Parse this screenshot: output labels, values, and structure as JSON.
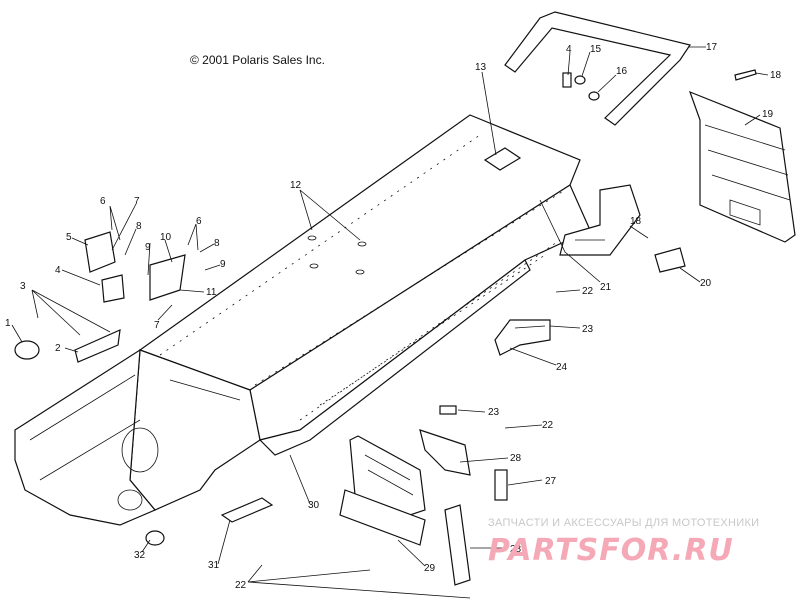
{
  "copyright": "© 2001 Polaris Sales Inc.",
  "watermark": {
    "caption": "ЗАПЧАСТИ И АКСЕССУАРЫ ДЛЯ МОТОТЕХНИКИ",
    "logo": "PARTSFOR.RU",
    "logo_color": "#f5a8b6"
  },
  "callouts": {
    "c1": "1",
    "c2": "2",
    "c3": "3",
    "c4": "4",
    "c5": "5",
    "c6a": "6",
    "c6b": "6",
    "c7a": "7",
    "c7b": "7",
    "c8a": "8",
    "c8b": "8",
    "c9a": "9",
    "c9b": "9",
    "c10": "10",
    "c11": "11",
    "c12": "12",
    "c13": "13",
    "c4top": "4",
    "c15": "15",
    "c16": "16",
    "c17": "17",
    "c18a": "18",
    "c18b": "18",
    "c19": "19",
    "c20": "20",
    "c21": "21",
    "c22a": "22",
    "c22b": "22",
    "c22c": "22",
    "c23a": "23",
    "c23b": "23",
    "c24": "24",
    "c27": "27",
    "c28a": "28",
    "c28b": "28",
    "c29": "29",
    "c30": "30",
    "c31": "31",
    "c32": "32"
  }
}
